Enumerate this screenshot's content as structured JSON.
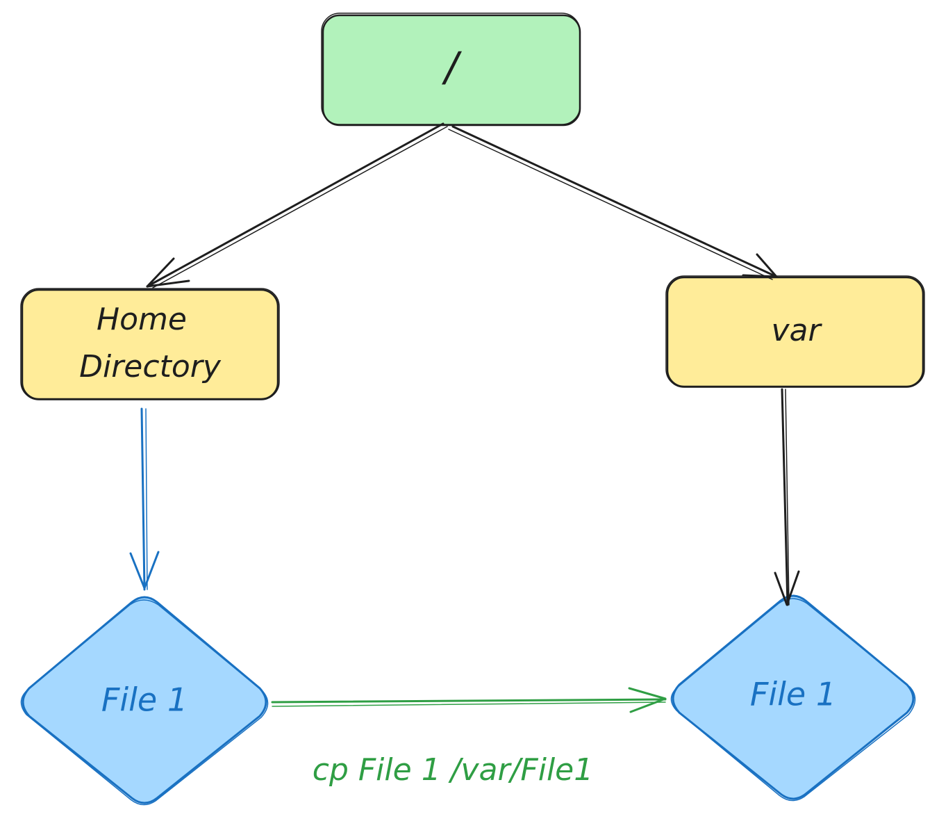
{
  "colors": {
    "root_fill": "#b2f2bb",
    "dir_fill": "#ffec99",
    "file_fill": "#a5d8ff",
    "stroke_dark": "#1e1e1e",
    "stroke_blue": "#1971c2",
    "stroke_green": "#2f9e44"
  },
  "nodes": {
    "root": {
      "label": "/"
    },
    "home": {
      "line1": "Home",
      "line2": "Directory"
    },
    "var": {
      "label": "var"
    },
    "file_home": {
      "label": "File 1"
    },
    "file_var": {
      "label": "File 1"
    }
  },
  "edges": {
    "copy_label": "cp File 1 /var/File1"
  }
}
